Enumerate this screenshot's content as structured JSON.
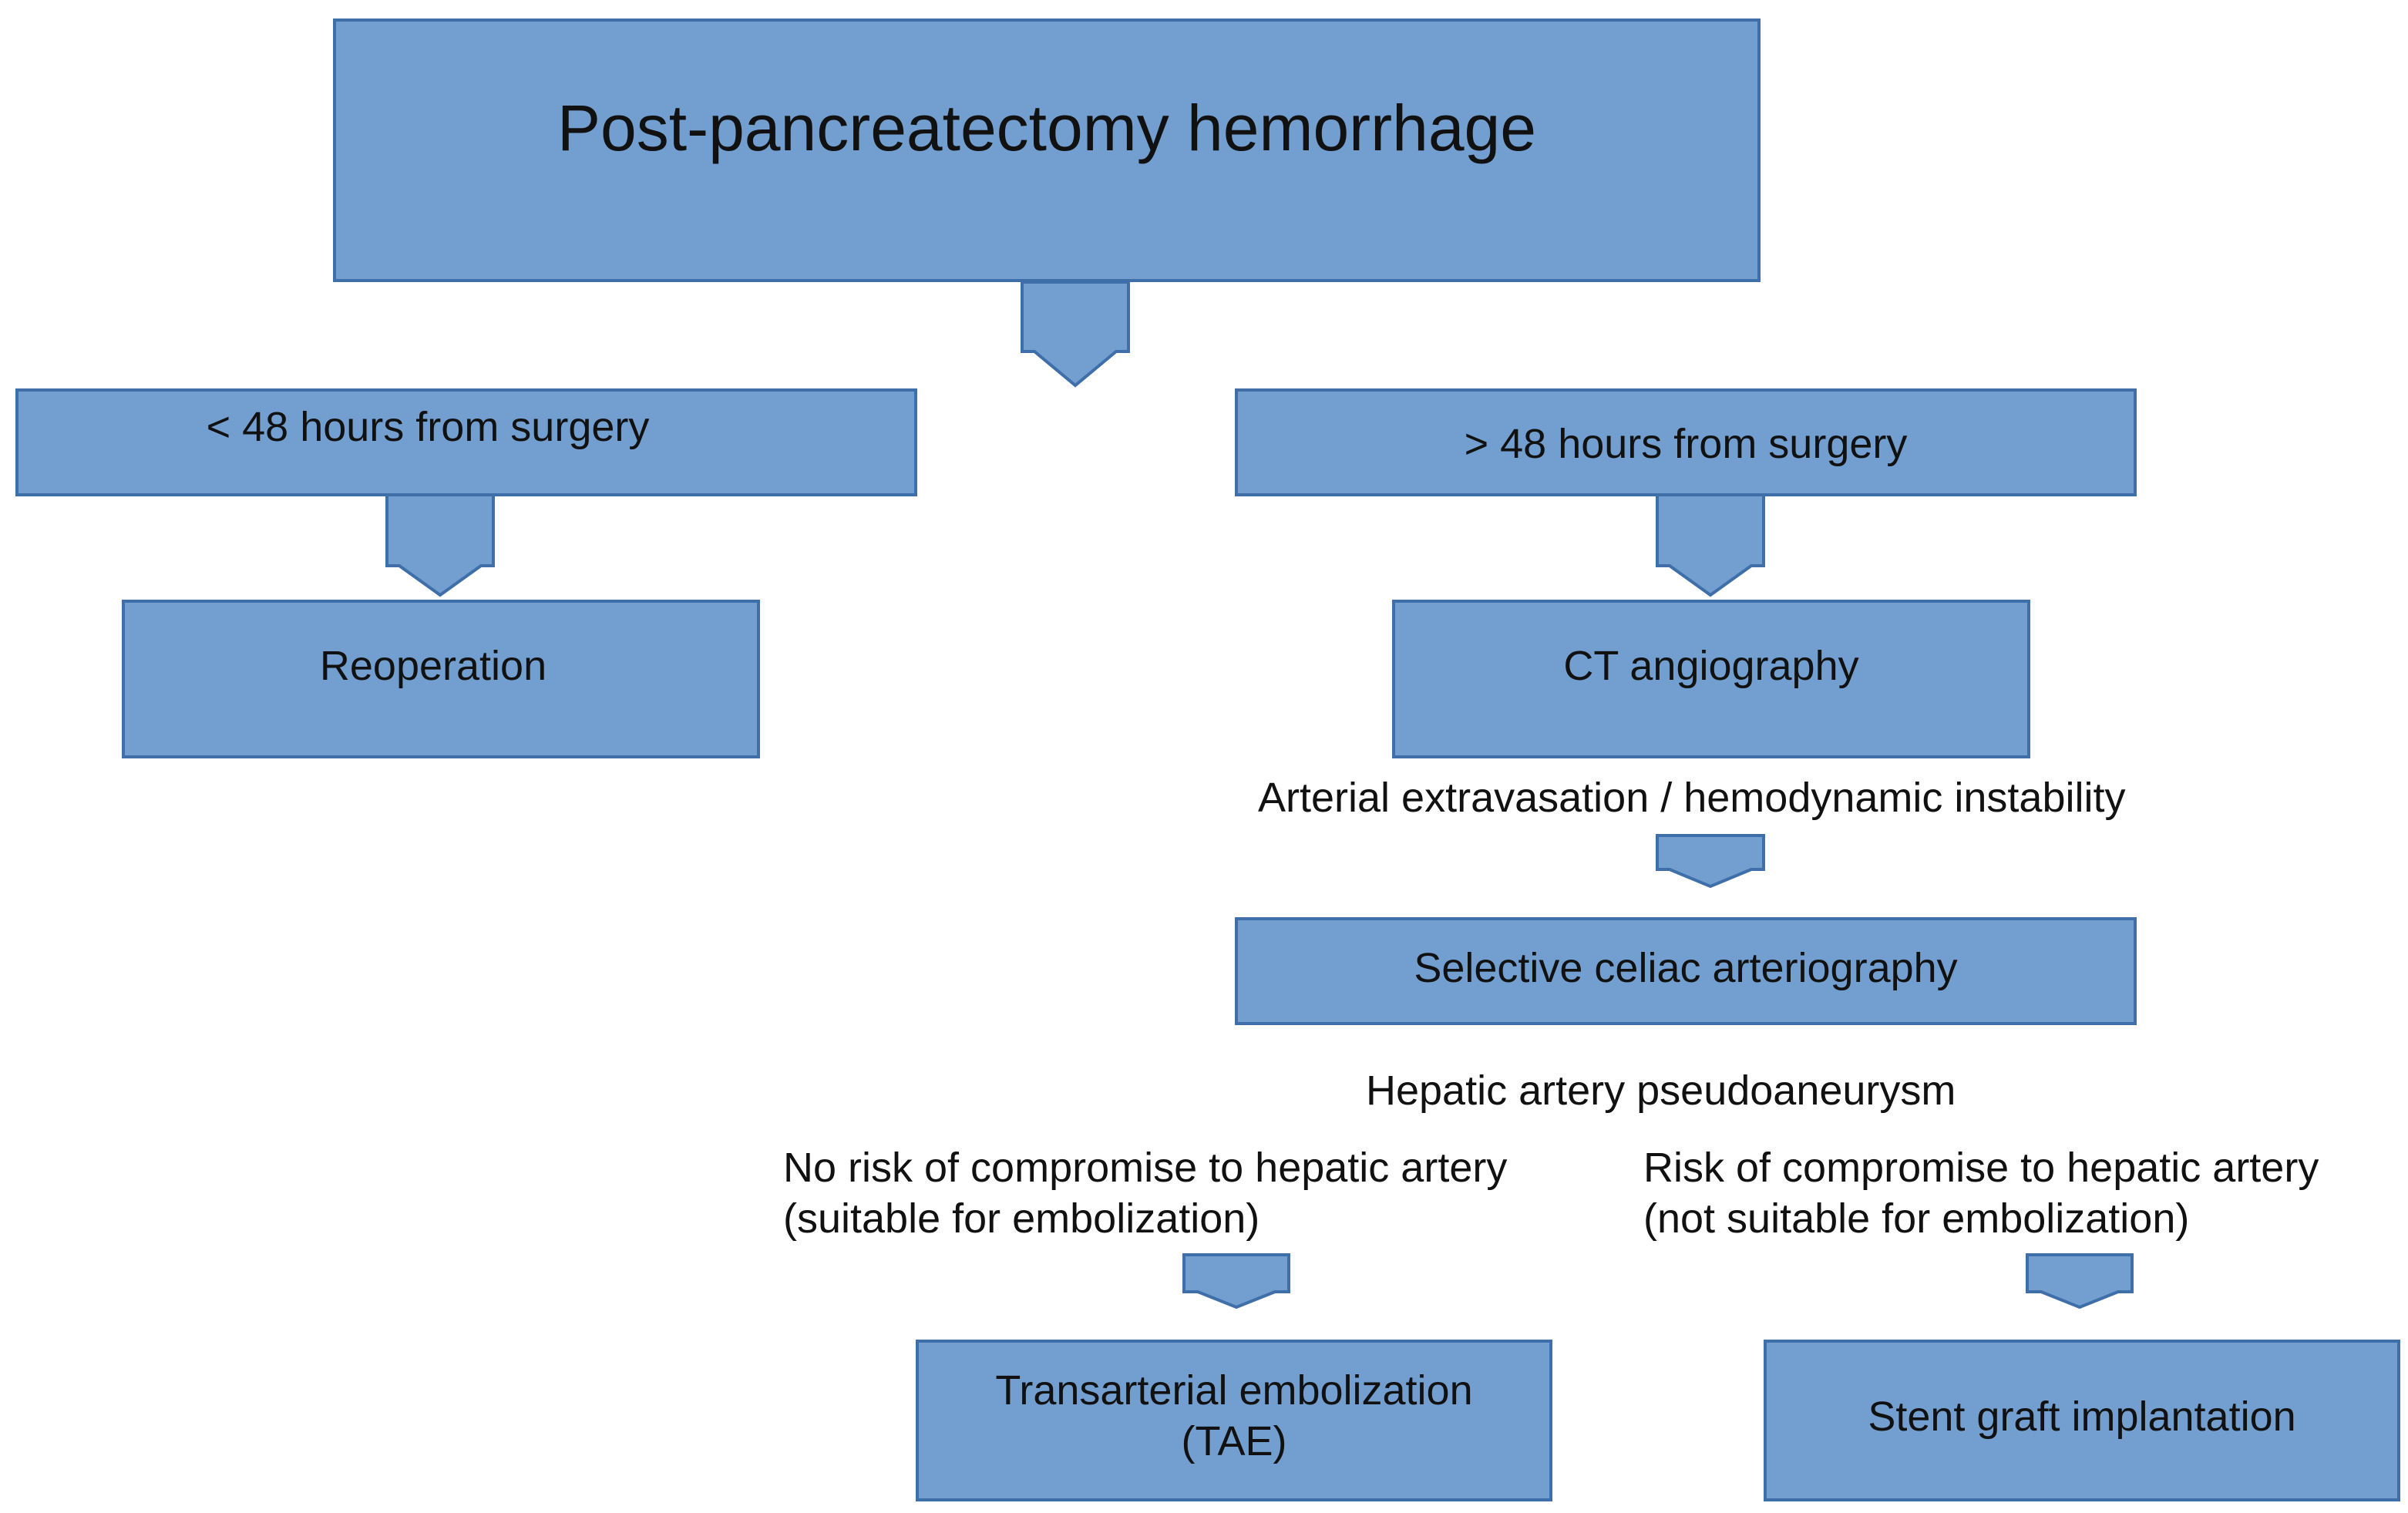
{
  "flowchart": {
    "root": {
      "label": "Post-pancreatectomy hemorrhage"
    },
    "branch_early": {
      "label": "< 48 hours from surgery"
    },
    "reoperation": {
      "label": "Reoperation"
    },
    "branch_late": {
      "label": "> 48 hours from surgery"
    },
    "ct_angiography": {
      "label": "CT angiography"
    },
    "condition_extravasation": {
      "label": "Arterial extravasation  / hemodynamic  instability"
    },
    "selective_arteriography": {
      "label": "Selective celiac arteriography"
    },
    "condition_pseudoaneurysm": {
      "label": "Hepatic artery  pseudoaneurysm"
    },
    "condition_no_risk": {
      "line1": "No risk of compromise to hepatic artery",
      "line2": "(suitable for embolization)"
    },
    "condition_risk": {
      "line1": "Risk of compromise to hepatic artery",
      "line2": "(not suitable for embolization)"
    },
    "tae": {
      "line1": "Transarterial  embolization",
      "line2": "(TAE)"
    },
    "stent_graft": {
      "label": "Stent graft implantation"
    }
  },
  "colors": {
    "box_fill": "#729fcf",
    "box_border": "#3f6fa8",
    "text": "#111111"
  }
}
